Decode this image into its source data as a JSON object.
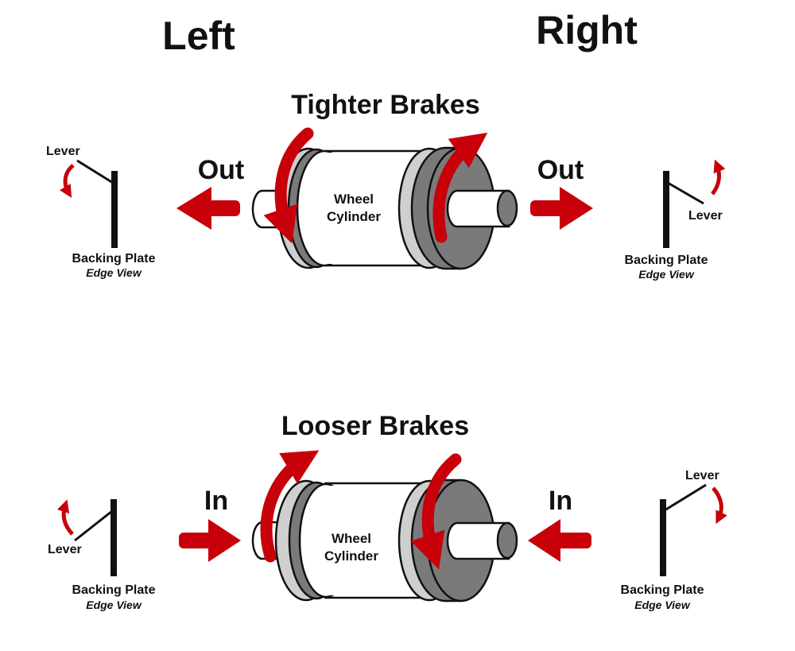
{
  "headings": {
    "left": "Left",
    "right": "Right"
  },
  "colors": {
    "accent": "#c8000a",
    "piston_light": "#cfcfcf",
    "piston_dark": "#7a7a7a",
    "outline": "#111111"
  },
  "panels": [
    {
      "title": "Tighter Brakes",
      "cylinder_label_line1": "Wheel",
      "cylinder_label_line2": "Cylinder",
      "left_direction": "Out",
      "right_direction": "Out",
      "left_plate": {
        "lever": "Lever",
        "plate": "Backing Plate",
        "view": "Edge View"
      },
      "right_plate": {
        "lever": "Lever",
        "plate": "Backing Plate",
        "view": "Edge View"
      }
    },
    {
      "title": "Looser Brakes",
      "cylinder_label_line1": "Wheel",
      "cylinder_label_line2": "Cylinder",
      "left_direction": "In",
      "right_direction": "In",
      "left_plate": {
        "lever": "Lever",
        "plate": "Backing Plate",
        "view": "Edge View"
      },
      "right_plate": {
        "lever": "Lever",
        "plate": "Backing Plate",
        "view": "Edge View"
      }
    }
  ]
}
